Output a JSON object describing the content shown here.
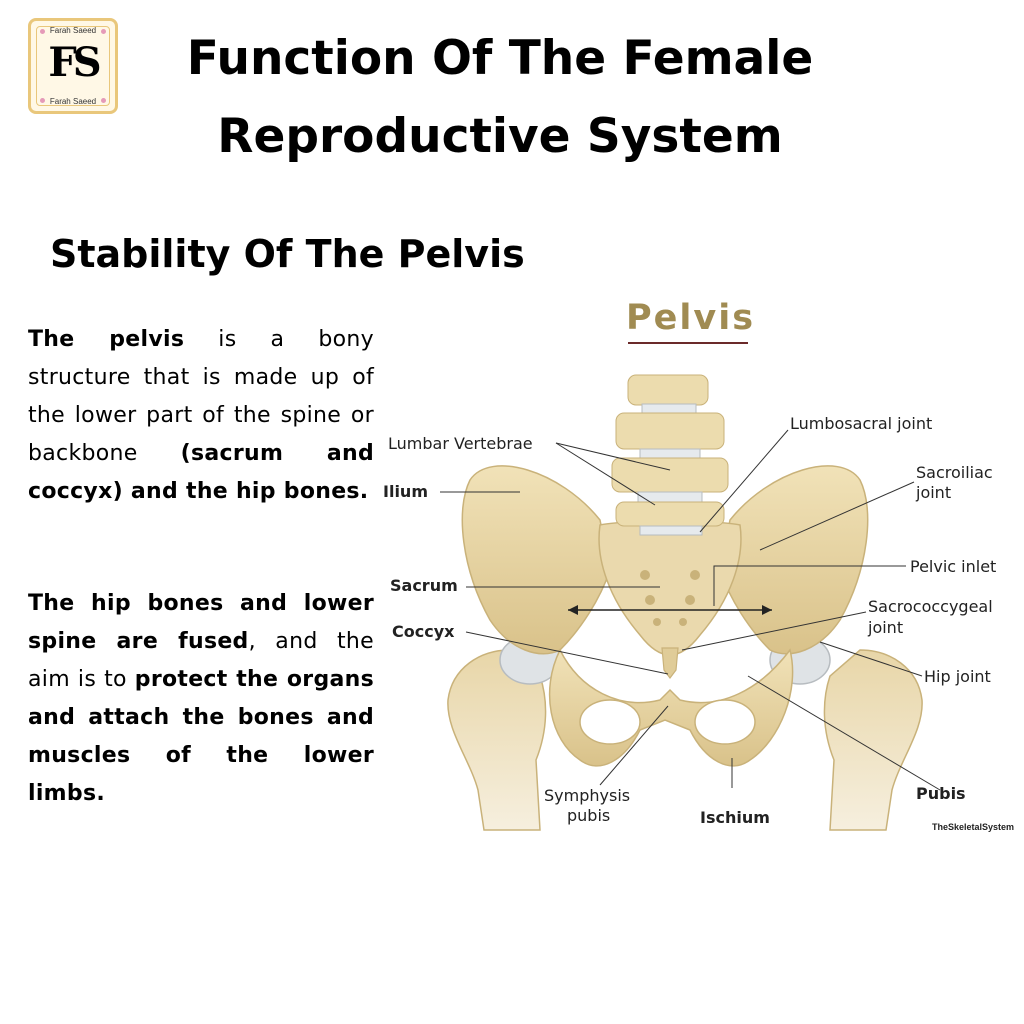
{
  "logo": {
    "monogram": "FS",
    "name_top": "Farah Saeed",
    "name_bottom": "Farah Saeed"
  },
  "title": "Function Of The Female Reproductive System",
  "subtitle": "Stability Of The Pelvis",
  "paragraph1": {
    "bold1": "The pelvis",
    "text1": " is a bony structure that is made up of the lower part of the spine or backbone ",
    "bold2": "(sacrum and coccyx) and the hip bones."
  },
  "paragraph2": {
    "bold1": "The hip bones and lower spine are fused",
    "text1": ", and the aim is to ",
    "bold2": "protect the organs and attach the bones and muscles of the lower limbs."
  },
  "figure": {
    "title": "Pelvis",
    "labels": {
      "lumbar_vertebrae": "Lumbar Vertebrae",
      "lumbosacral_joint": "Lumbosacral joint",
      "sacroiliac_line1": "Sacroiliac",
      "sacroiliac_line2": "joint",
      "ilium": "Ilium",
      "pelvic_inlet": "Pelvic inlet",
      "sacrum": "Sacrum",
      "sacrococcygeal_line1": "Sacrococcygeal",
      "sacrococcygeal_line2": "joint",
      "coccyx": "Coccyx",
      "hip_joint": "Hip joint",
      "symphysis_line1": "Symphysis",
      "symphysis_line2": "pubis",
      "ischium": "Ischium",
      "pubis": "Pubis"
    },
    "credit": "TheSkeletalSystem",
    "colors": {
      "bone": "#e8d6a8",
      "bone_shadow": "#c9b27a",
      "cartilage": "#dfe3e6",
      "title": "#a08b52"
    }
  }
}
